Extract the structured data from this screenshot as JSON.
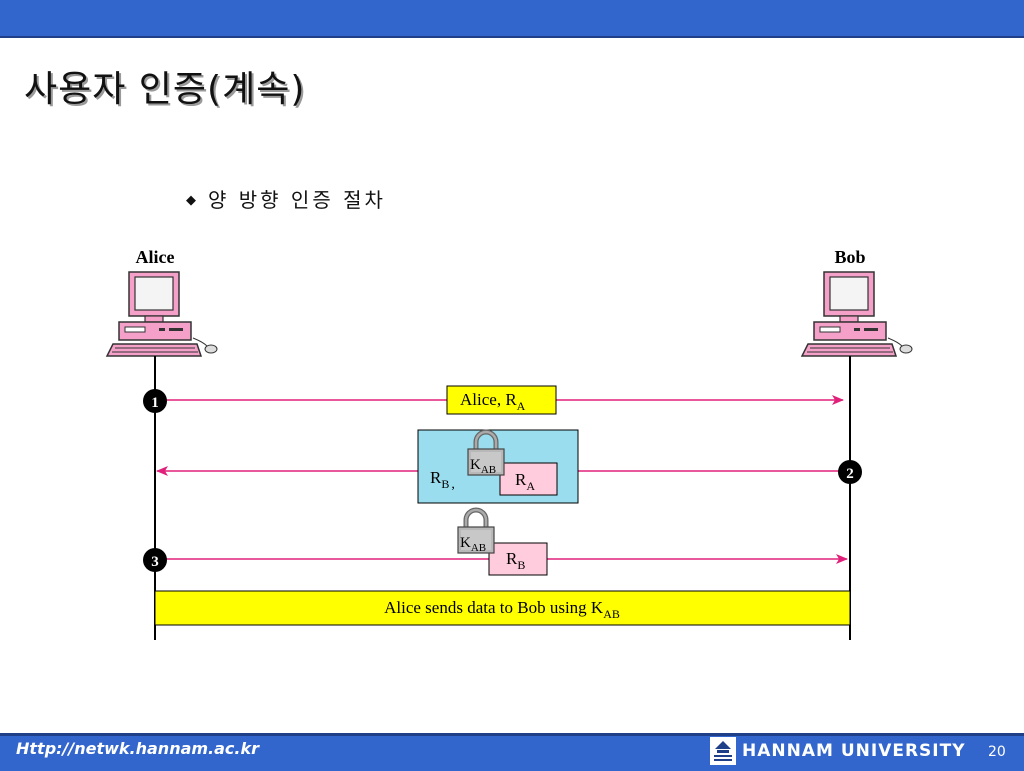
{
  "slide": {
    "title": "사용자 인증(계속)",
    "bullet": "양 방향 인증 절차",
    "footer_url": "Http://netwk.hannam.ac.kr",
    "university": "HANNAM UNIVERSITY",
    "page_number": "20"
  },
  "diagram": {
    "alice_label": "Alice",
    "bob_label": "Bob",
    "step1": {
      "number": "1",
      "message": "Alice, R",
      "message_sub": "A"
    },
    "step2": {
      "number": "2",
      "rb": "R",
      "rb_sub": "B",
      "rb_comma": ",",
      "key": "K",
      "key_sub": "AB",
      "ra": "R",
      "ra_sub": "A"
    },
    "step3": {
      "number": "3",
      "key": "K",
      "key_sub": "AB",
      "rb": "R",
      "rb_sub": "B"
    },
    "final_bar": {
      "text": "Alice sends data to Bob using K",
      "sub": "AB"
    }
  },
  "colors": {
    "header_blue": "#3366cc",
    "arrow_magenta": "#e0207a",
    "message_yellow": "#ffff00",
    "envelope_cyan": "#99ddee",
    "nonce_pink": "#ffccdd",
    "computer_pink": "#f5a0c8"
  },
  "icons": {
    "computer": "desktop-computer-icon",
    "lock": "padlock-icon",
    "bullet": "diamond-bullet-icon"
  }
}
